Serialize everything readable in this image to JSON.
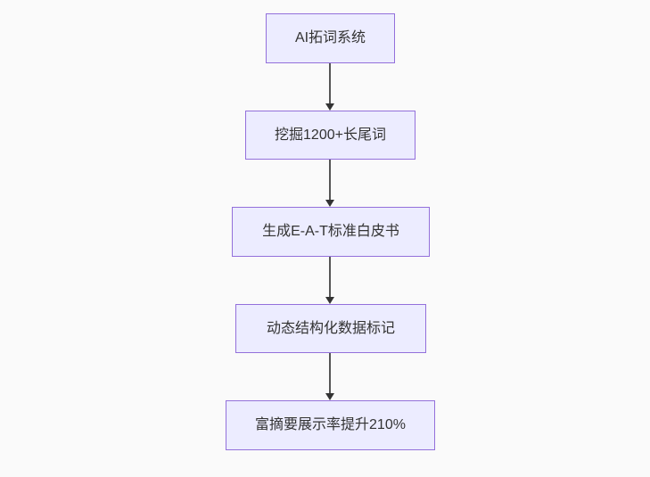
{
  "diagram": {
    "type": "flowchart",
    "direction": "top-down",
    "colors": {
      "background": "#fafafa",
      "node_fill": "#ECECFF",
      "node_border": "#9370DB",
      "node_text": "#333333",
      "edge_line": "#555555",
      "edge_arrowhead": "#333333"
    },
    "nodes": [
      {
        "id": "n1",
        "label": "AI拓词系统"
      },
      {
        "id": "n2",
        "label": "挖掘1200+长尾词"
      },
      {
        "id": "n3",
        "label": "生成E-A-T标准白皮书"
      },
      {
        "id": "n4",
        "label": "动态结构化数据标记"
      },
      {
        "id": "n5",
        "label": "富摘要展示率提升210%"
      }
    ],
    "edges": [
      {
        "from": "n1",
        "to": "n2"
      },
      {
        "from": "n2",
        "to": "n3"
      },
      {
        "from": "n3",
        "to": "n4"
      },
      {
        "from": "n4",
        "to": "n5"
      }
    ]
  }
}
